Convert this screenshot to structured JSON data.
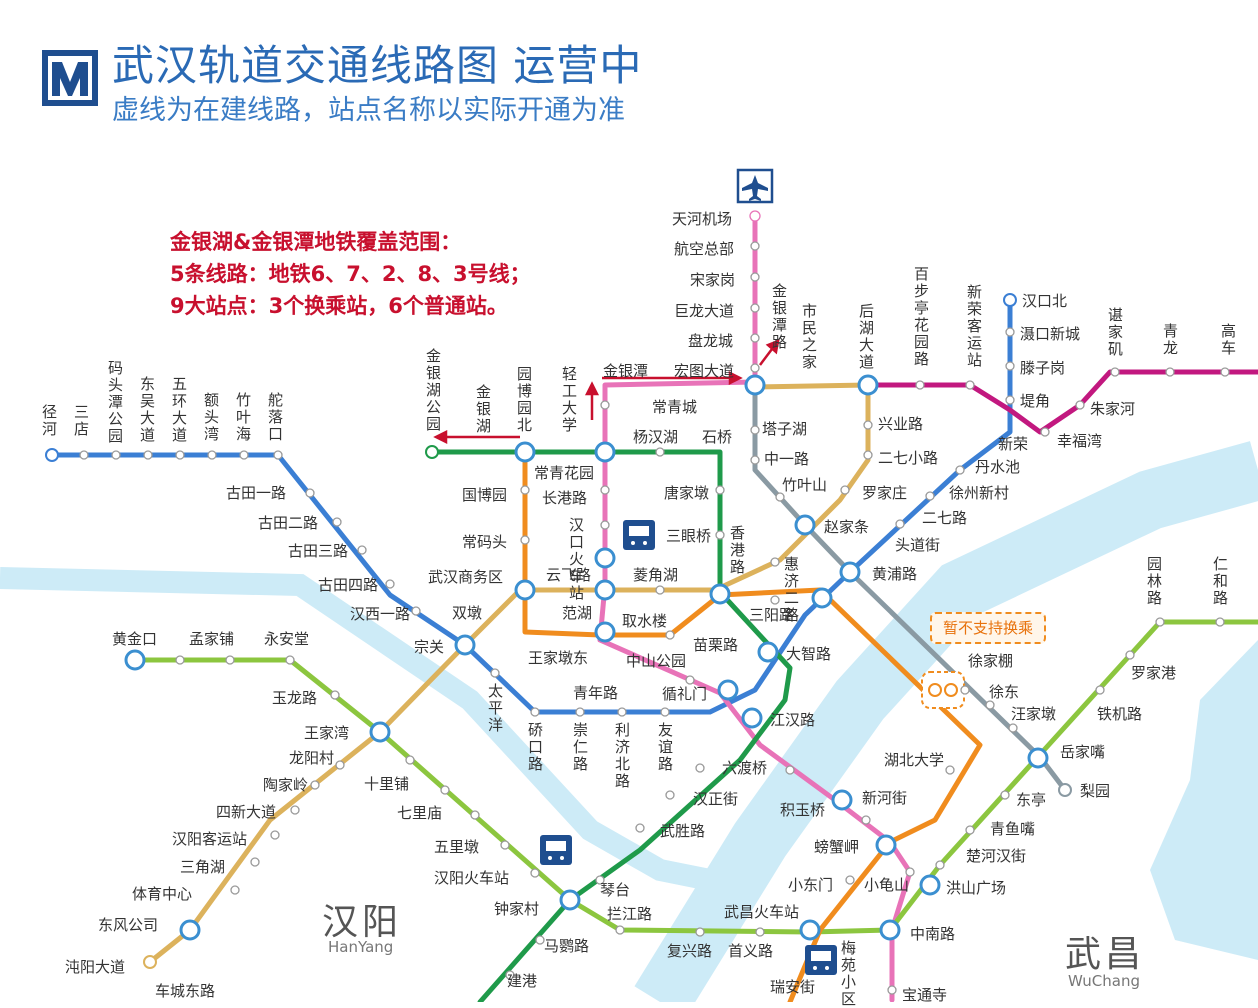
{
  "header": {
    "title": "武汉轨道交通线路图  运营中",
    "subtitle": "虚线为在建线路，站点名称以实际开通为准"
  },
  "notes": [
    "金银湖&金银潭地铁覆盖范围：",
    "5条线路：地铁6、7、2、8、3号线；",
    "9大站点：3个换乘站，6个普通站。"
  ],
  "warning": "暂不支持换乘",
  "districts": {
    "hanyang": {
      "cn": "汉阳",
      "en": "HanYang"
    },
    "wuchang": {
      "cn": "武昌",
      "en": "WuChang"
    }
  },
  "colors": {
    "line1": "#3b7fd4",
    "line2": "#e873b8",
    "line3": "#dcb25c",
    "line4": "#8cc63f",
    "line5": "#c2187f",
    "line6": "#1f9a4a",
    "line7": "#f08c1e",
    "line8": "#8a9aa3",
    "water": "#cdebf7",
    "title": "#2a6ab5",
    "note": "#c8102e"
  },
  "icons": [
    "metro-logo-icon",
    "airport-icon",
    "railway-station-icon"
  ],
  "stations": {
    "h": [
      "径河",
      "三店",
      "古田一路",
      "古田二路",
      "古田三路",
      "古田四路",
      "汉西一路",
      "宗关",
      "双墩",
      "武汉商务区",
      "常码头",
      "国博园",
      "常青花园",
      "长港路",
      "常青城",
      "杨汉湖",
      "石桥",
      "塔子湖",
      "中一路",
      "竹叶山",
      "兴业路",
      "二七小路",
      "罗家庄",
      "徐州新村",
      "丹水池",
      "二七路",
      "头道街",
      "黄浦路",
      "赵家条",
      "唐家墩",
      "三眼桥",
      "菱角湖",
      "取水楼",
      "苗栗路",
      "三阳路",
      "大智路",
      "中山公园",
      "循礼门",
      "江汉路",
      "青年路",
      "王家墩东",
      "范湖",
      "云飞路",
      "黄金口",
      "孟家铺",
      "永安堂",
      "玉龙路",
      "王家湾",
      "龙阳村",
      "陶家岭",
      "四新大道",
      "汉阳客运站",
      "三角湖",
      "体育中心",
      "东风公司",
      "沌阳大道",
      "车城东路",
      "十里铺",
      "七里庙",
      "五里墩",
      "汉阳火车站",
      "钟家村",
      "琴台",
      "拦江路",
      "马鹦路",
      "建港",
      "六渡桥",
      "汉正街",
      "武胜路",
      "积玉桥",
      "新河街",
      "螃蟹岬",
      "小东门",
      "小龟山",
      "洪山广场",
      "中南路",
      "宝通寺",
      "首义路",
      "复兴路",
      "瑞安街",
      "武昌火车站",
      "湖北大学",
      "徐家棚",
      "徐东",
      "汪家墩",
      "岳家嘴",
      "梨园",
      "东亭",
      "青鱼嘴",
      "楚河汉街",
      "罗家港",
      "铁机路",
      "汉口北",
      "滠口新城",
      "滕子岗",
      "堤角",
      "新荣",
      "幸福湾",
      "朱家河",
      "天河机场",
      "航空总部",
      "宋家岗",
      "巨龙大道",
      "盘龙城",
      "宏图大道",
      "金银潭"
    ],
    "v": [
      "码头潭公园",
      "东吴大道",
      "五环大道",
      "额头湾",
      "竹叶海",
      "舵落口",
      "金银湖公园",
      "金银湖",
      "园博园北",
      "轻工大学",
      "金银潭路",
      "市民之家",
      "后湖大道",
      "百步亭花园路",
      "新荣客运站",
      "谌家矶",
      "青龙",
      "高车",
      "汉口火车站",
      "香港路",
      "惠济二路",
      "太平洋",
      "硚口路",
      "崇仁路",
      "利济北路",
      "友谊路",
      "园林路",
      "仁和路",
      "梅苑小区"
    ]
  }
}
